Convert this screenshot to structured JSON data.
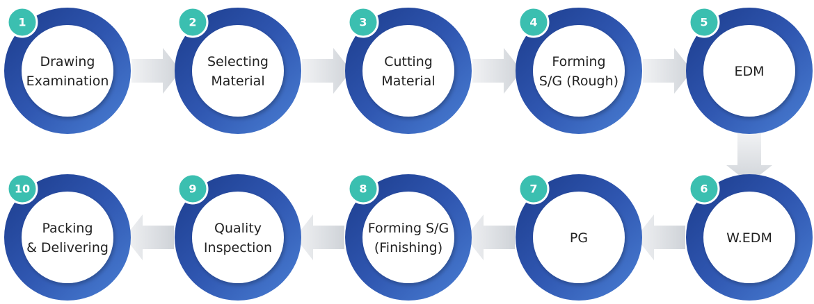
{
  "colors": {
    "ring_dark": "#1c3c8c",
    "ring_light": "#4a7fd4",
    "badge": "#3bbfb0",
    "arrow": "#d9dce0",
    "text": "#222222"
  },
  "steps": [
    {
      "number": "1",
      "lines": [
        "Drawing",
        "Examination"
      ]
    },
    {
      "number": "2",
      "lines": [
        "Selecting",
        "Material"
      ]
    },
    {
      "number": "3",
      "lines": [
        "Cutting",
        "Material"
      ]
    },
    {
      "number": "4",
      "lines": [
        "Forming",
        "S/G (Rough)"
      ]
    },
    {
      "number": "5",
      "lines": [
        "EDM"
      ]
    },
    {
      "number": "6",
      "lines": [
        "W.EDM"
      ]
    },
    {
      "number": "7",
      "lines": [
        "PG"
      ]
    },
    {
      "number": "8",
      "lines": [
        "Forming S/G",
        "(Finishing)"
      ]
    },
    {
      "number": "9",
      "lines": [
        "Quality",
        "Inspection"
      ]
    },
    {
      "number": "10",
      "lines": [
        "Packing",
        "& Delivering"
      ]
    }
  ]
}
